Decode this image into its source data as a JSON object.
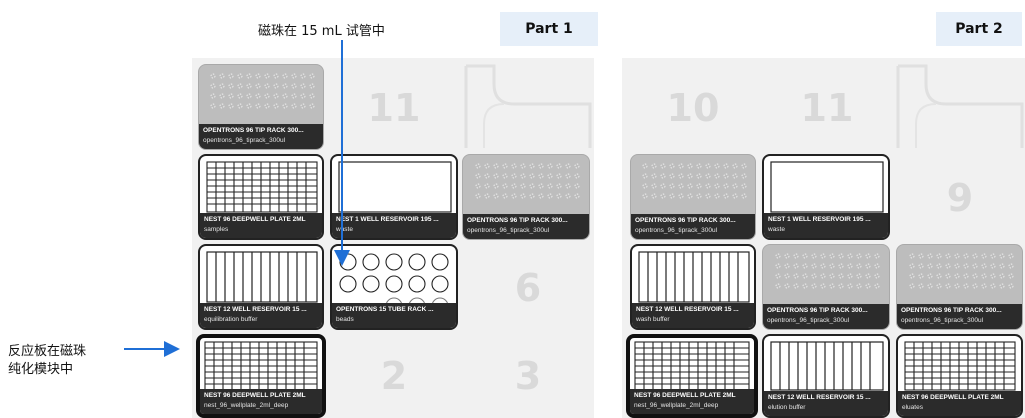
{
  "annotations": {
    "top_label": "磁珠在 15 mL 试管中",
    "left_label_line1": "反应板在磁珠",
    "left_label_line2": "纯化模块中",
    "arrow_color": "#1f6fd6"
  },
  "part1": {
    "title": "Part 1",
    "slot_numbers": {
      "s11": "11",
      "s6": "6",
      "s2": "2",
      "s3": "3"
    },
    "labware": {
      "s10": {
        "name": "OPENTRONS 96 TIP RACK 300...",
        "sub": "opentrons_96_tiprack_300ul"
      },
      "s7": {
        "name": "NEST 96 DEEPWELL PLATE 2ML",
        "sub": "samples"
      },
      "s8": {
        "name": "NEST 1 WELL RESERVOIR 195 ...",
        "sub": "waste"
      },
      "s9": {
        "name": "OPENTRONS 96 TIP RACK 300...",
        "sub": "opentrons_96_tiprack_300ul"
      },
      "s4": {
        "name": "NEST 12 WELL RESERVOIR 15 ...",
        "sub": "equilibration buffer"
      },
      "s5": {
        "name": "OPENTRONS 15 TUBE RACK ...",
        "sub": "beads"
      },
      "s1": {
        "name": "NEST 96 DEEPWELL PLATE 2ML",
        "sub": "nest_96_wellplate_2ml_deep"
      }
    }
  },
  "part2": {
    "title": "Part 2",
    "slot_numbers": {
      "s10": "10",
      "s11": "11",
      "s9": "9"
    },
    "labware": {
      "s7": {
        "name": "OPENTRONS 96 TIP RACK 300...",
        "sub": "opentrons_96_tiprack_300ul"
      },
      "s8": {
        "name": "NEST 1 WELL RESERVOIR 195 ...",
        "sub": "waste"
      },
      "s4": {
        "name": "NEST 12 WELL RESERVOIR 15 ...",
        "sub": "wash buffer"
      },
      "s5": {
        "name": "OPENTRONS 96 TIP RACK 300...",
        "sub": "opentrons_96_tiprack_300ul"
      },
      "s6": {
        "name": "OPENTRONS 96 TIP RACK 300...",
        "sub": "opentrons_96_tiprack_300ul"
      },
      "s1": {
        "name": "NEST 96 DEEPWELL PLATE 2ML",
        "sub": "nest_96_wellplate_2ml_deep"
      },
      "s2": {
        "name": "NEST 12 WELL RESERVOIR 15 ...",
        "sub": "elution buffer"
      },
      "s3": {
        "name": "NEST 96 DEEPWELL PLATE 2ML",
        "sub": "eluates"
      }
    }
  }
}
